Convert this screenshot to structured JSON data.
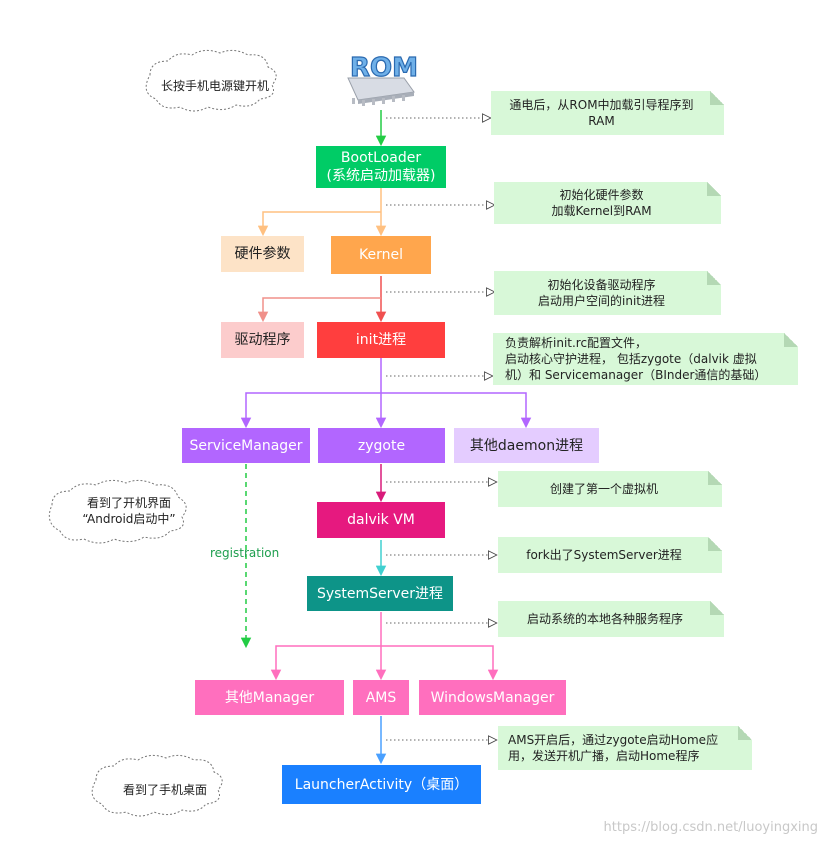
{
  "colors": {
    "green": "#00cc66",
    "peach": "#fde3c7",
    "orange": "#ffa64d",
    "pink_light": "#fccccc",
    "red": "#ff3e3e",
    "purple": "#b266ff",
    "purple_light": "#e4ccff",
    "magenta": "#e6197f",
    "teal": "#0d9488",
    "pink": "#ff6fbe",
    "blue": "#1a80ff",
    "note_bg": "#d8f8d8"
  },
  "rom_label": "ROM",
  "nodes": {
    "bootloader": [
      "BootLoader",
      "(系统启动加载器)"
    ],
    "hardware_params": "硬件参数",
    "kernel": "Kernel",
    "drivers": "驱动程序",
    "init": "init进程",
    "service_manager": "ServiceManager",
    "zygote": "zygote",
    "other_daemon": "其他daemon进程",
    "dalvik_vm": "dalvik VM",
    "system_server": "SystemServer进程",
    "other_manager": "其他Manager",
    "ams": "AMS",
    "windows_manager": "WindowsManager",
    "launcher": "LauncherActivity（桌面）"
  },
  "clouds": {
    "power_on": "长按手机电源键开机",
    "boot_screen": [
      "看到了开机界面",
      "“Android启动中”"
    ],
    "desktop": "看到了手机桌面"
  },
  "notes": {
    "power_on": [
      "通电后，从ROM中加载引导程序到",
      "RAM"
    ],
    "bootloader": [
      "初始化硬件参数",
      "加载Kernel到RAM"
    ],
    "kernel": [
      "初始化设备驱动程序",
      "启动用户空间的init进程"
    ],
    "init": [
      "负责解析init.rc配置文件，",
      "启动核心守护进程， 包括zygote（dalvik 虚拟",
      "机）和 Servicemanager（BInder通信的基础）"
    ],
    "zygote": "创建了第一个虚拟机",
    "dalvik": "fork出了SystemServer进程",
    "system_server": "启动系统的本地各种服务程序",
    "ams": [
      "AMS开启后，通过zygote启动Home应",
      "用，发送开机广播，启动Home程序"
    ]
  },
  "edge_labels": {
    "registration": "registration"
  },
  "watermark": "https://blog.csdn.net/luoyingxing"
}
